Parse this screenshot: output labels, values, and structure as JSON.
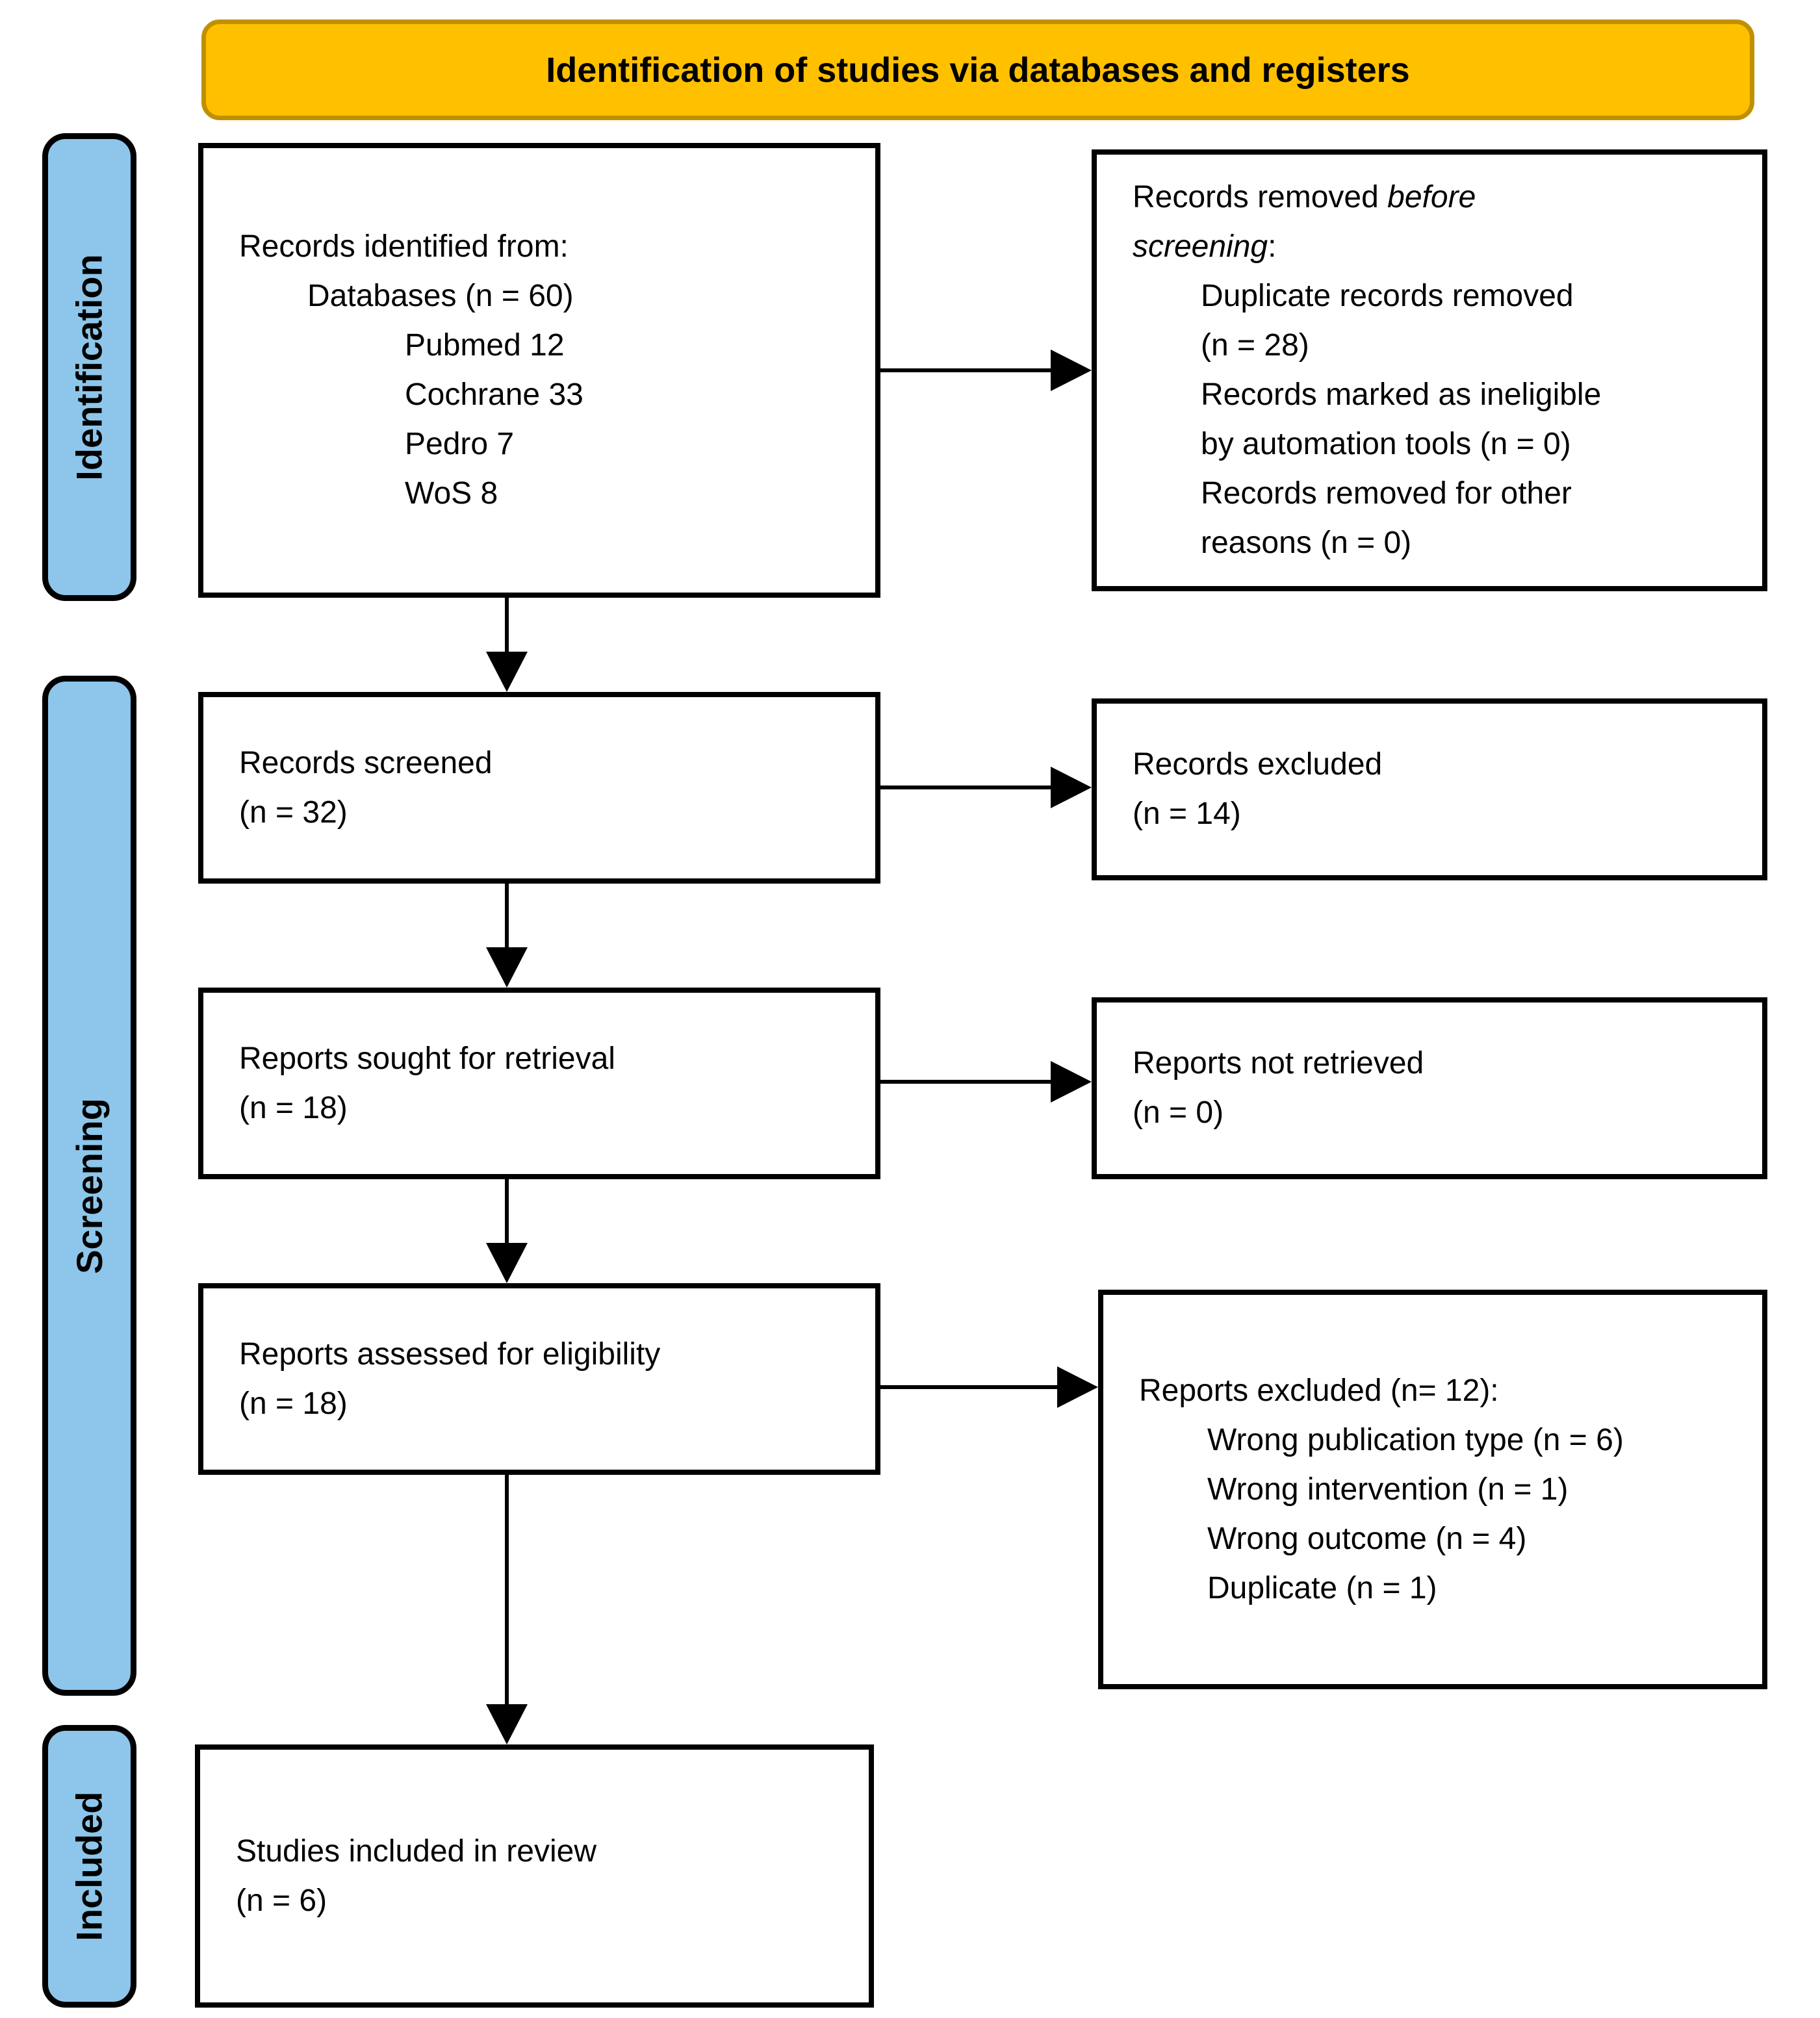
{
  "title": "Identification of studies via databases and registers",
  "stages": [
    {
      "label": "Identification"
    },
    {
      "label": "Screening"
    },
    {
      "label": "Included"
    }
  ],
  "colors": {
    "banner_fill": "#FFC000",
    "banner_border": "#BF9000",
    "stage_fill": "#8DC6EA",
    "box_border": "#000000",
    "arrow": "#000000"
  },
  "boxes": {
    "records_identified": {
      "lines": [
        {
          "t": "Records identified from:"
        },
        {
          "t": "Databases (n = 60)",
          "ind": 1
        },
        {
          "t": "Pubmed 12",
          "ind": 2
        },
        {
          "t": "Cochrane 33",
          "ind": 2
        },
        {
          "t": "Pedro 7",
          "ind": 2
        },
        {
          "t": "WoS 8",
          "ind": 2
        }
      ]
    },
    "records_removed_before_screening": {
      "lines": [
        {
          "seg": [
            {
              "t": "Records removed "
            },
            {
              "t": "before",
              "i": true
            }
          ]
        },
        {
          "seg": [
            {
              "t": "screening",
              "i": true
            },
            {
              "t": ":"
            }
          ]
        },
        {
          "t": "Duplicate records removed",
          "ind": 1
        },
        {
          "t": "(n = 28)",
          "ind": 1
        },
        {
          "t": "Records marked as ineligible",
          "ind": 1
        },
        {
          "t": "by automation tools (n = 0)",
          "ind": 1
        },
        {
          "t": "Records removed for other",
          "ind": 1
        },
        {
          "t": "reasons (n = 0)",
          "ind": 1
        }
      ]
    },
    "records_screened": {
      "lines": [
        {
          "t": "Records screened"
        },
        {
          "t": "(n = 32)"
        }
      ]
    },
    "records_excluded": {
      "lines": [
        {
          "t": "Records excluded"
        },
        {
          "t": "(n = 14)"
        }
      ]
    },
    "reports_sought": {
      "lines": [
        {
          "t": "Reports sought for retrieval"
        },
        {
          "t": "(n = 18)"
        }
      ]
    },
    "reports_not_retrieved": {
      "lines": [
        {
          "t": "Reports not retrieved"
        },
        {
          "t": "(n = 0)"
        }
      ]
    },
    "reports_assessed": {
      "lines": [
        {
          "t": "Reports assessed for eligibility"
        },
        {
          "t": "(n = 18)"
        }
      ]
    },
    "reports_excluded": {
      "lines": [
        {
          "t": "Reports excluded (n= 12):"
        },
        {
          "t": "Wrong publication type (n = 6)",
          "ind": 1
        },
        {
          "t": "Wrong intervention (n = 1)",
          "ind": 1
        },
        {
          "t": "Wrong outcome (n = 4)",
          "ind": 1
        },
        {
          "t": "Duplicate (n = 1)",
          "ind": 1
        }
      ]
    },
    "studies_included": {
      "lines": [
        {
          "t": "Studies included in review"
        },
        {
          "t": "(n = 6)"
        }
      ]
    }
  }
}
